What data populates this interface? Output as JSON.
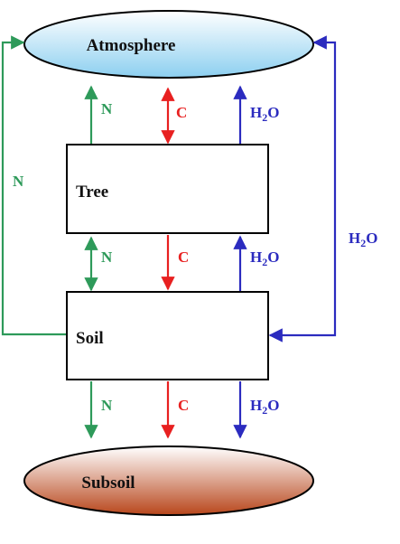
{
  "nodes": {
    "atmosphere": "Atmosphere",
    "tree": "Tree",
    "soil": "Soil",
    "subsoil": "Subsoil"
  },
  "flows": {
    "nitrogen": "N",
    "carbon": "C",
    "water_main": "H",
    "water_sub": "2",
    "water_end": "O"
  },
  "colors": {
    "nitrogen": "#2e9a5a",
    "carbon": "#e82020",
    "water": "#2b2bbf",
    "box_stroke": "#000000",
    "atmosphere_light": "#ffffff",
    "atmosphere_dark": "#8ccff0",
    "subsoil_light": "#ffffff",
    "subsoil_dark": "#b8461b"
  }
}
